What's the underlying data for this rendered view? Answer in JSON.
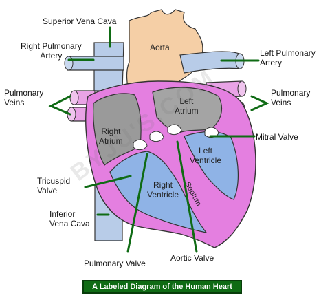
{
  "diagram": {
    "caption": "A Labeled Diagram of the Human Heart",
    "watermark": "BYJU'S.COM",
    "labels": {
      "superior_vena_cava": "Superior Vena Cava",
      "right_pulmonary_artery": "Right Pulmonary\nArtery",
      "aorta": "Aorta",
      "left_pulmonary_artery": "Left Pulmonary\nArtery",
      "pulmonary_veins_left": "Pulmonary\nVeins",
      "pulmonary_veins_right": "Pulmonary\nVeins",
      "left_atrium": "Left\nAtrium",
      "right_atrium": "Right\nAtrium",
      "mitral_valve": "Mitral Valve",
      "left_ventricle": "Left\nVentricle",
      "tricuspid_valve": "Tricuspid\nValve",
      "right_ventricle": "Right\nVentricle",
      "septum": "Septum",
      "inferior_vena_cava": "Inferior\nVena Cava",
      "aortic_valve": "Aortic Valve",
      "pulmonary_valve": "Pulmonary Valve"
    },
    "colors": {
      "pointer_green": "#0f6b14",
      "caption_bg": "#0f6b14",
      "vena_cava_blue": "#b8cce8",
      "aorta_peach": "#f5cfa6",
      "wall_magenta": "#e47fe0",
      "chamber_gray": "#9a9a9a",
      "left_ventricle_blue": "#8fb3e6"
    }
  }
}
